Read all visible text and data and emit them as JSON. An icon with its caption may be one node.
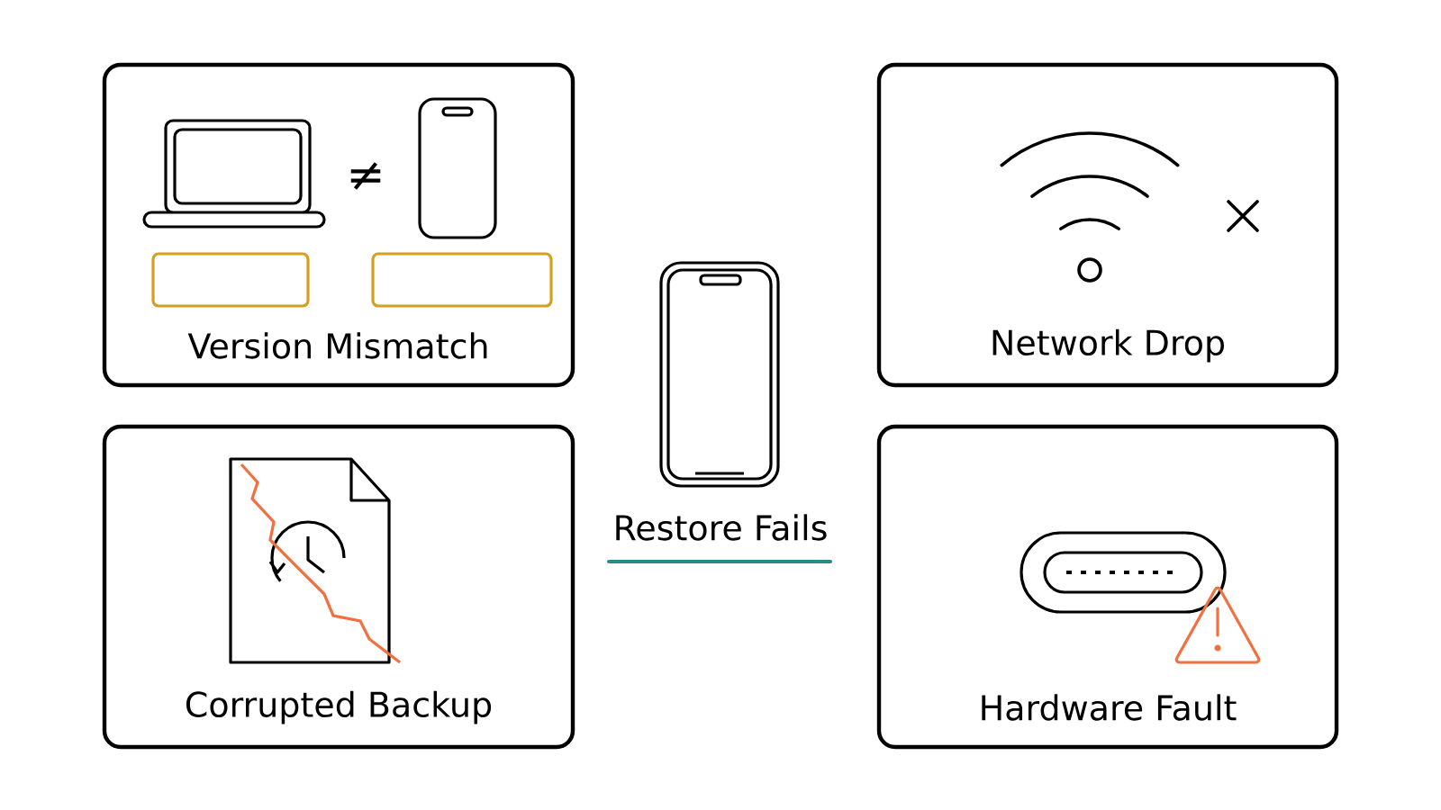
{
  "diagram": {
    "nodes": [
      {
        "text": [
          "Version Mismatch"
        ]
      },
      {
        "text": [],
        "shape": "box",
        "in": 0
      },
      {
        "text": [],
        "shape": "box",
        "in": 0
      },
      {
        "text": [
          "Network Drop"
        ]
      },
      {
        "text": [
          "Corrupted Backup"
        ]
      },
      {
        "text": [
          "Hardware Fault"
        ]
      }
    ],
    "labels": [
      "≠",
      "Restore Fails"
    ]
  }
}
